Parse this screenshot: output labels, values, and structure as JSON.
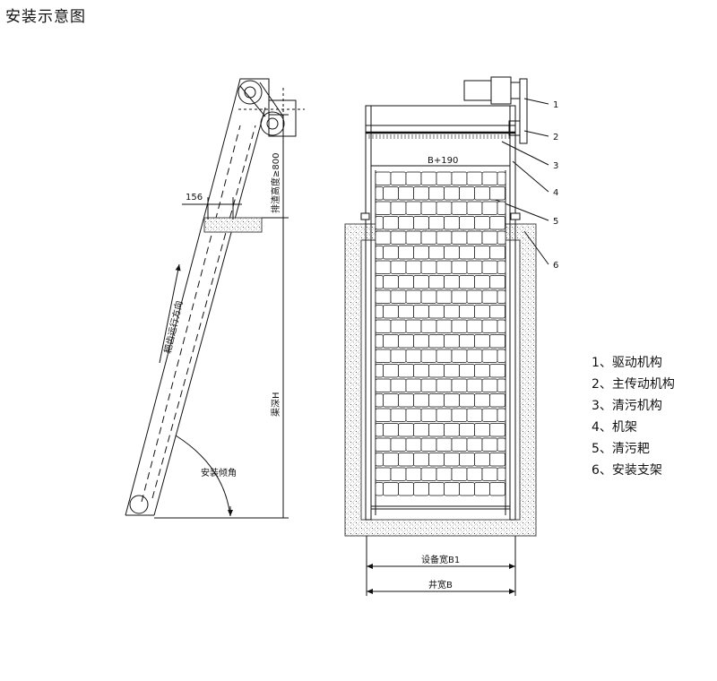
{
  "title": "安装示意图",
  "labels": {
    "dim_156": "156",
    "discharge_height": "排渣高度≥800",
    "rake_direction": "耙齿运行方向",
    "channel_depth": "渠深H",
    "install_angle": "安装倾角",
    "b_plus_190": "B+190",
    "device_width": "设备宽B1",
    "well_width": "井宽B"
  },
  "callouts": [
    "1",
    "2",
    "3",
    "4",
    "5",
    "6"
  ],
  "legend": [
    "1、驱动机构",
    "2、主传动机构",
    "3、清污机构",
    "4、机架",
    "5、清污耙",
    "6、安装支架"
  ],
  "colors": {
    "line": "#111111",
    "hatch": "#444444"
  }
}
